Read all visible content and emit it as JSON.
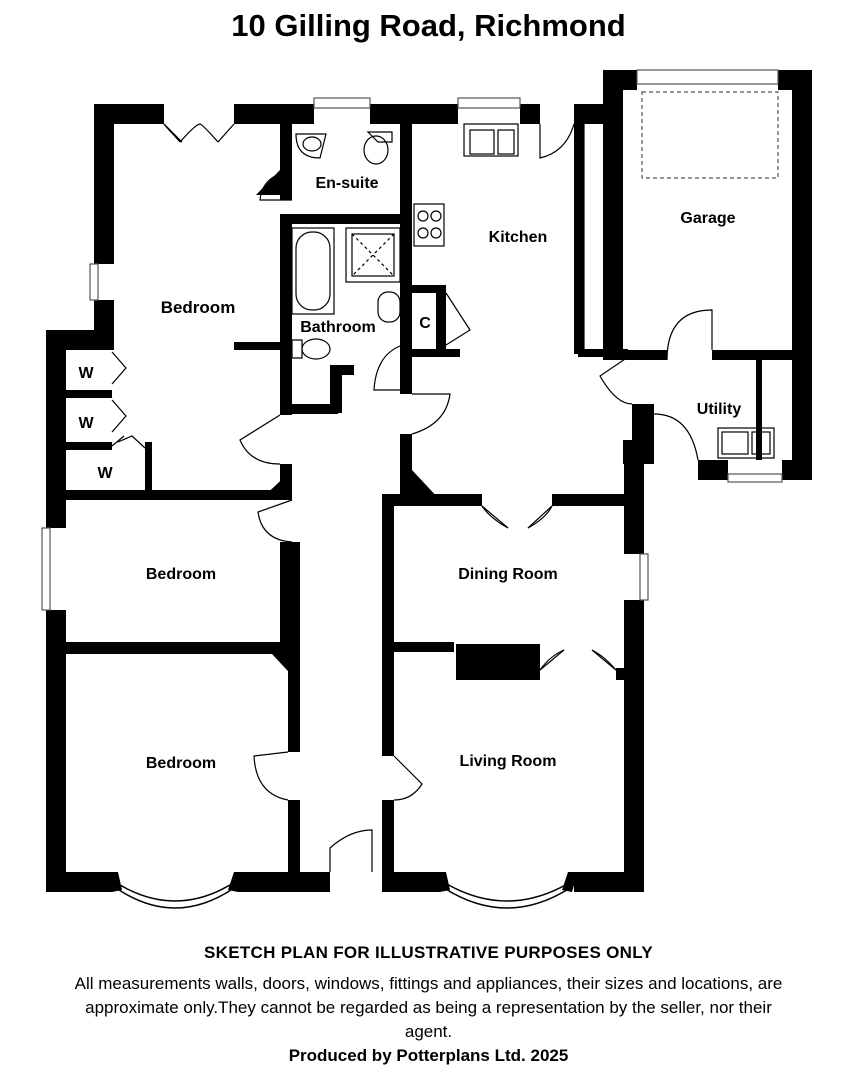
{
  "title": "10 Gilling Road, Richmond",
  "rooms": {
    "bedroom_top": "Bedroom",
    "en_suite": "En-suite",
    "bathroom": "Bathroom",
    "kitchen": "Kitchen",
    "garage": "Garage",
    "utility": "Utility",
    "cupboard": "C",
    "wardrobe_1": "W",
    "wardrobe_2": "W",
    "wardrobe_3": "W",
    "bedroom_middle": "Bedroom",
    "bedroom_bottom": "Bedroom",
    "dining_room": "Dining Room",
    "living_room": "Living Room"
  },
  "disclaimer": {
    "heading": "SKETCH PLAN FOR ILLUSTRATIVE PURPOSES ONLY",
    "body": "All measurements walls, doors, windows, fittings and appliances, their sizes and locations, are approximate only.They cannot be regarded as being a representation by the seller, nor their agent."
  },
  "producer": "Produced by Potterplans Ltd. 2025"
}
